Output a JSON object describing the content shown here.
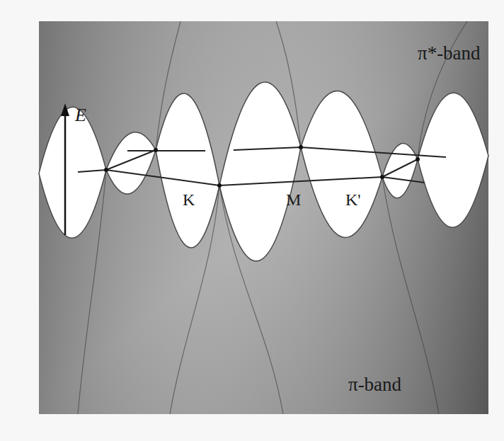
{
  "diagram": {
    "labels": [
      "π*-band",
      "E",
      "K",
      "M",
      "K'",
      "π-band"
    ]
  }
}
